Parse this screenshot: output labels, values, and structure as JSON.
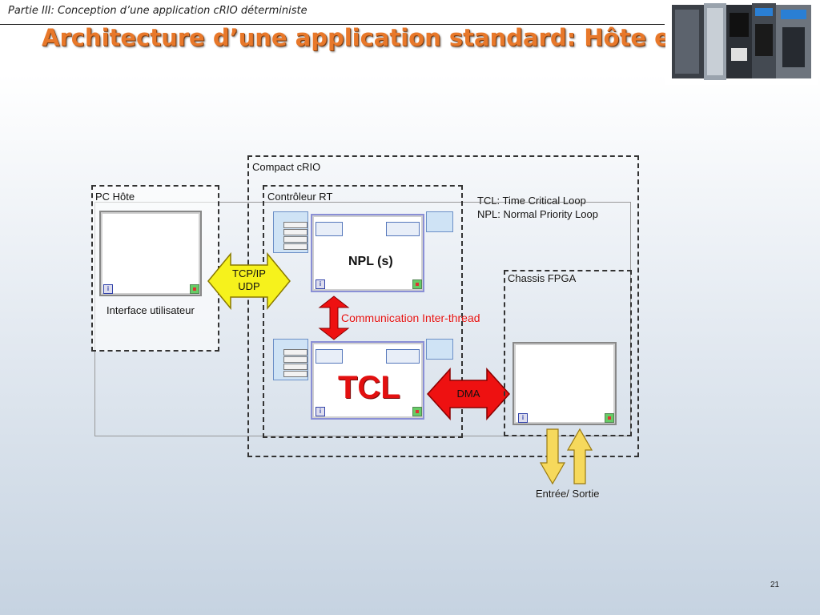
{
  "header": {
    "breadcrumb": "Partie III: Conception d’une application cRIO déterministe",
    "title": "Architecture d’une application standard: Hôte et cible."
  },
  "diagram": {
    "compact_label": "Compact cRIO",
    "pc_label": "PC Hôte",
    "controller_label": "Contrôleur RT",
    "fpga_label": "Chassis FPGA",
    "legend_tcl": "TCL: Time Critical Loop",
    "legend_npl": "NPL: Normal Priority Loop",
    "ui_caption": "Interface utilisateur",
    "tcp_label_1": "TCP/IP",
    "tcp_label_2": "UDP",
    "npl_title": "NPL (s)",
    "comm_label": "Communication Inter-thread",
    "tcl_title": "TCL",
    "dma_label": "DMA",
    "io_label": "Entrée/ Sortie"
  },
  "colors": {
    "title_orange": "#e8782a",
    "arrow_yellow": "#f6f21c",
    "arrow_red": "#ee1111",
    "tcl_red": "#e31010"
  },
  "footer": {
    "page": "21"
  }
}
